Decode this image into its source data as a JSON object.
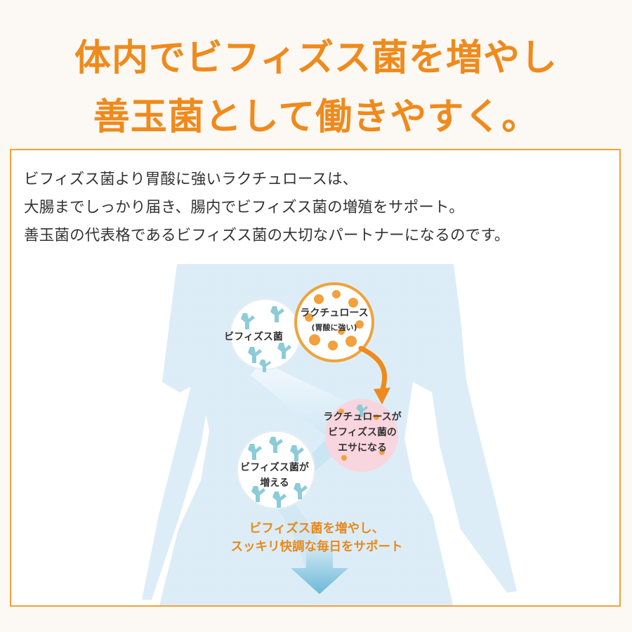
{
  "headline": {
    "line1": "体内でビフィズス菌を増やし",
    "line2": "善玉菌として働きやすく。"
  },
  "body_text": [
    "ビフィズス菌より胃酸に強いラクチュロースは、",
    "大腸までしっかり届き、腸内でビフィズス菌の増殖をサポート。",
    "善玉菌の代表格であるビフィズス菌の大切なパートナーになるのです。"
  ],
  "diagram": {
    "bifidus_label": "ビフィズス菌",
    "lactulose_label": "ラクチュロース",
    "lactulose_sub": "(胃酸に強い)",
    "food_label": [
      "ラクチュロースが",
      "ビフィズス菌の",
      "エサになる"
    ],
    "increase_label": [
      "ビフィズス菌が",
      "増える"
    ],
    "bottom_message": [
      "ビフィズス菌を増やし、",
      "スッキリ快調な毎日をサポート"
    ]
  },
  "colors": {
    "accent_orange": "#ef8a1c",
    "panel_border": "#f0a239",
    "body_blue": "#dcedf8",
    "bacteria_teal": "#8ccbd8",
    "pink_circle": "#f9d6df"
  }
}
